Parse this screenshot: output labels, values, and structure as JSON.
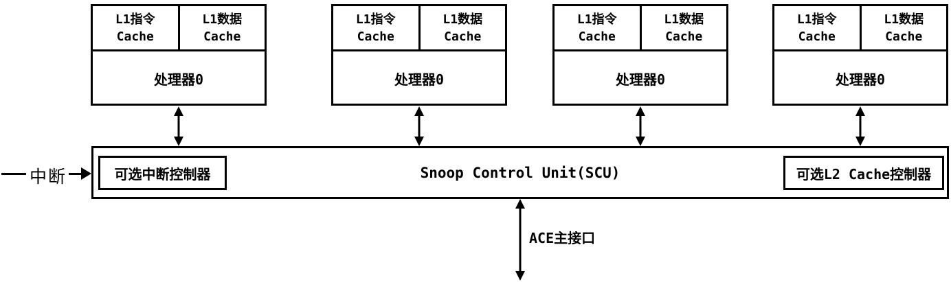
{
  "diagram": {
    "title_context": "Multicore CPU cluster with Snoop Control Unit",
    "cache": {
      "l1i_line1": "L1指令",
      "l1i_line2": "Cache",
      "l1d_line1": "L1数据",
      "l1d_line2": "Cache"
    },
    "processors": [
      {
        "label": "处理器0"
      },
      {
        "label": "处理器0"
      },
      {
        "label": "处理器0"
      },
      {
        "label": "处理器0"
      }
    ],
    "scu": {
      "label": "Snoop Control Unit(SCU)",
      "interrupt_controller": "可选中断控制器",
      "l2_controller": "可选L2 Cache控制器"
    },
    "interrupt_label": "中断",
    "ace_label": "ACE主接口",
    "colors": {
      "line": "#000000",
      "background": "#ffffff",
      "text": "#000000"
    }
  }
}
